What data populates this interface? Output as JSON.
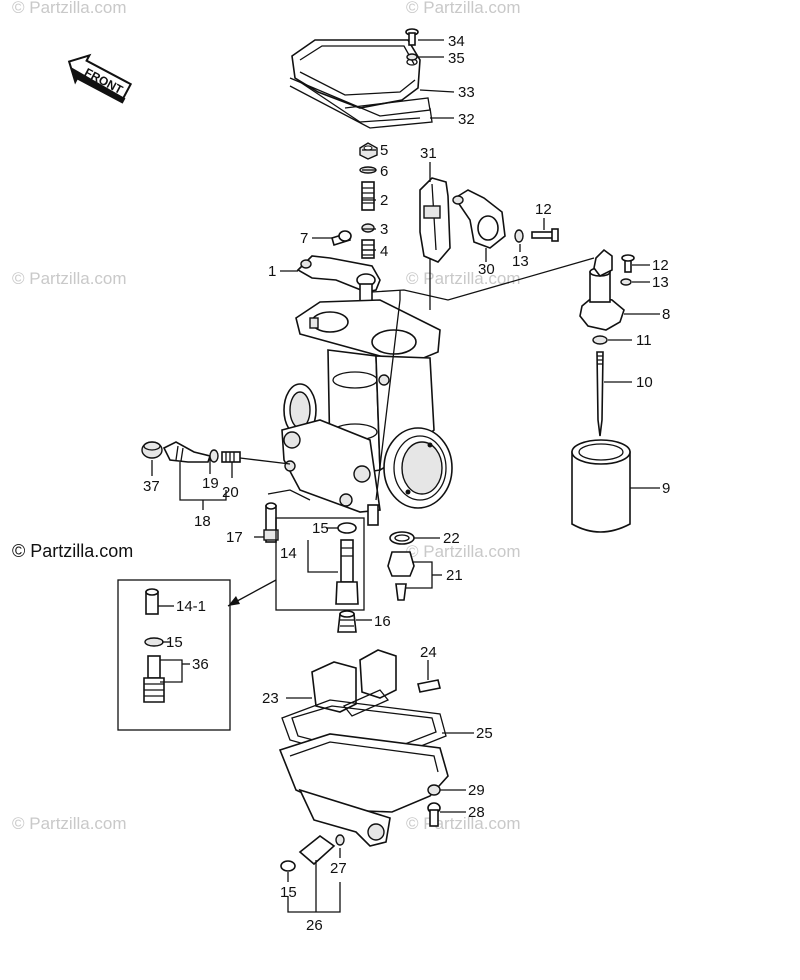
{
  "watermarks": {
    "top_left": "© Partzilla.com",
    "top_right": "© Partzilla.com",
    "mid_left": "© Partzilla.com",
    "mid_center": "© Partzilla.com",
    "main": "© Partzilla.com",
    "right_mid": "© Partzilla.com",
    "bottom_left": "© Partzilla.com",
    "bottom_center": "© Partzilla.com"
  },
  "front_arrow": {
    "label": "FRONT"
  },
  "callouts": {
    "c34": "34",
    "c35": "35",
    "c33": "33",
    "c32": "32",
    "c5": "5",
    "c6": "6",
    "c31": "31",
    "c2": "2",
    "c3": "3",
    "c7": "7",
    "c4": "4",
    "c12a": "12",
    "c13a": "13",
    "c30": "30",
    "c12b": "12",
    "c13b": "13",
    "c1": "1",
    "c8": "8",
    "c11": "11",
    "c10": "10",
    "c9": "9",
    "c37": "37",
    "c19": "19",
    "c20": "20",
    "c18": "18",
    "c17": "17",
    "c15a": "15",
    "c14": "14",
    "c22": "22",
    "c21": "21",
    "c16": "16",
    "c14_1": "14-1",
    "c15b": "15",
    "c36": "36",
    "c24": "24",
    "c23": "23",
    "c25": "25",
    "c29": "29",
    "c28": "28",
    "c27": "27",
    "c15c": "15",
    "c26": "26"
  }
}
